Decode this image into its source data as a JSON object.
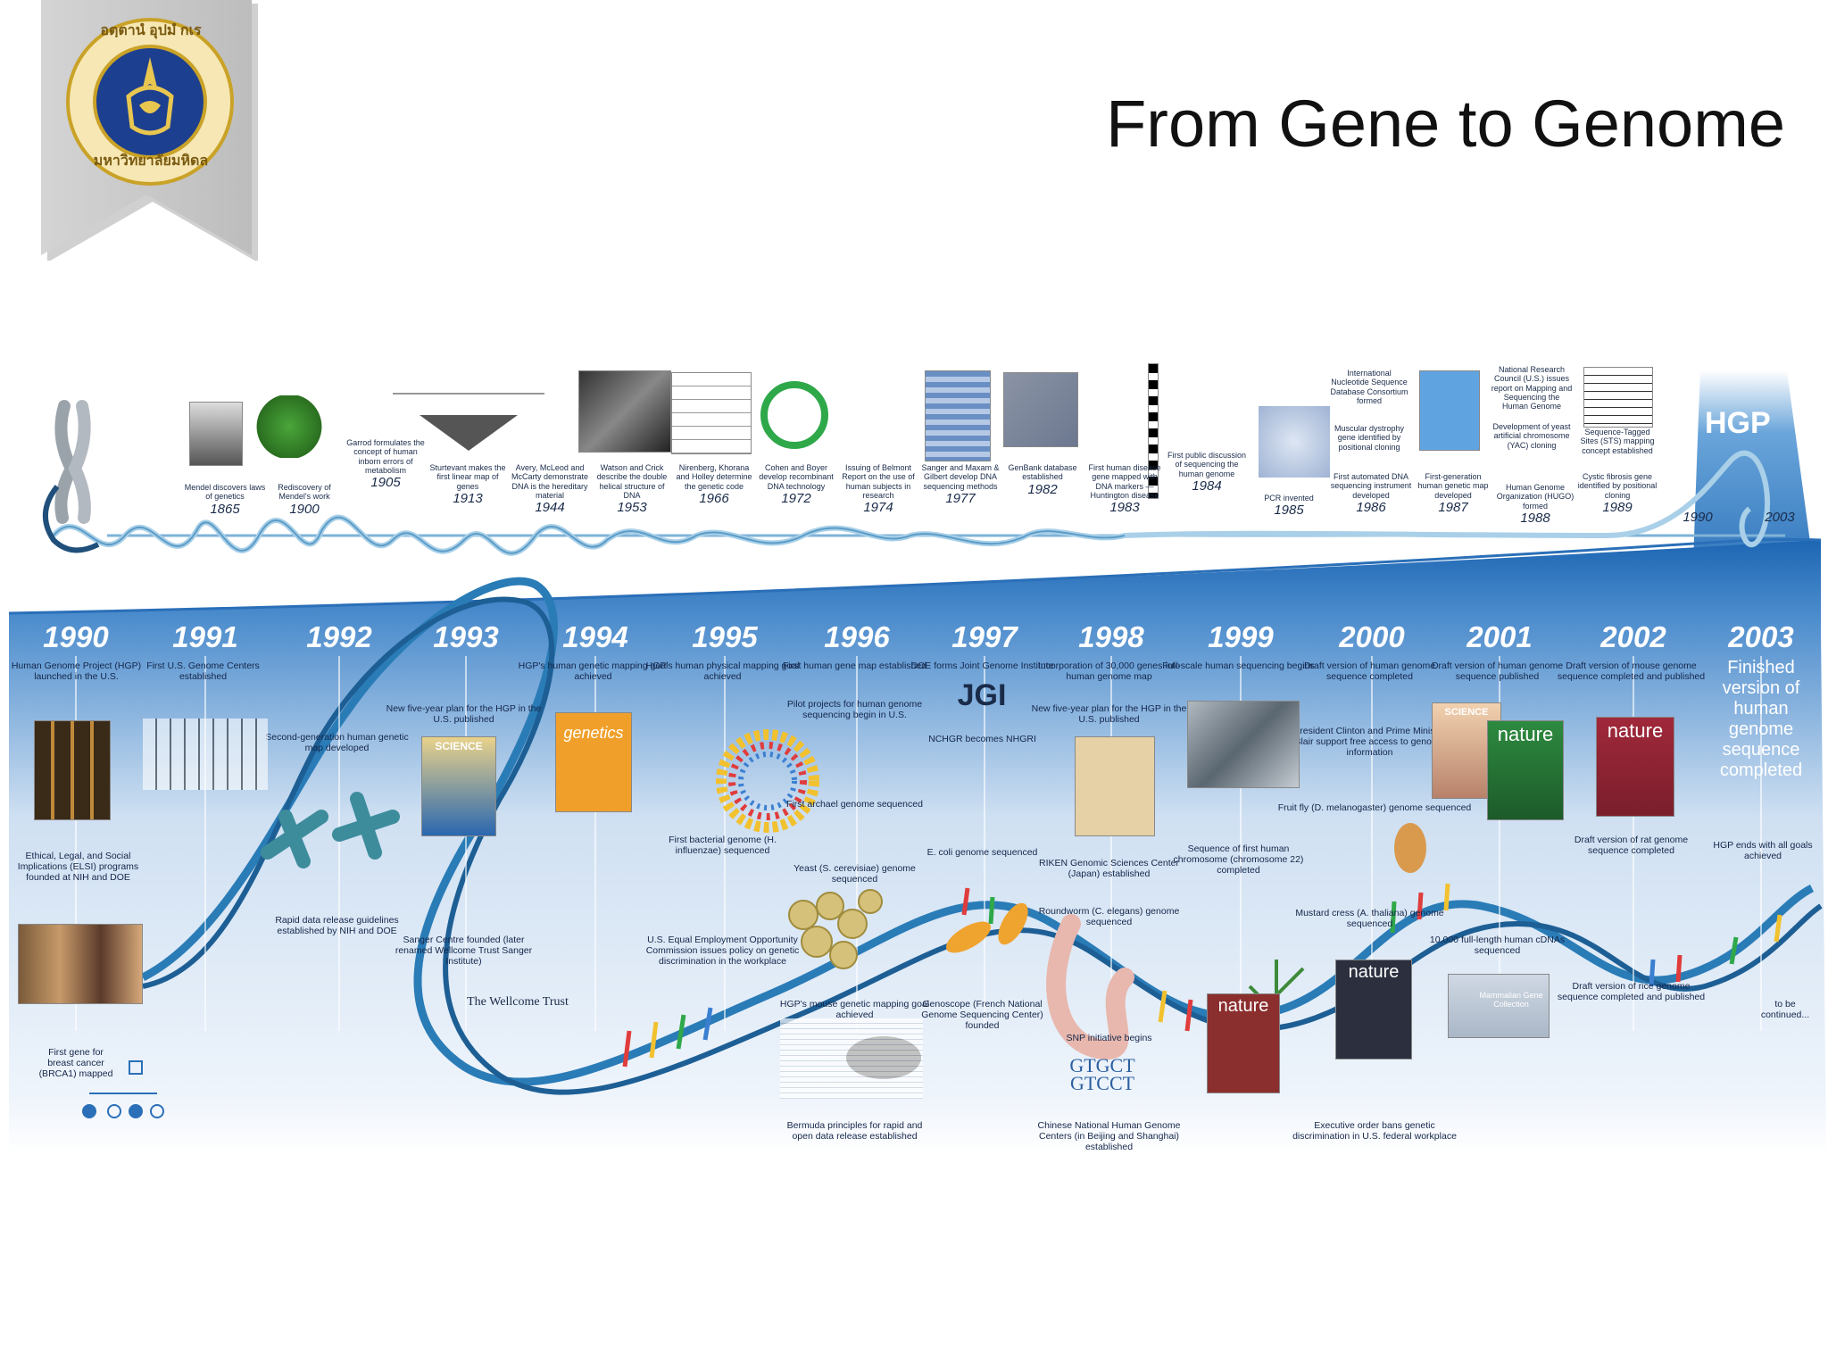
{
  "slide": {
    "title": "From Gene to Genome",
    "logo_text": "มหาวิทยาลัยมหิดล",
    "logo_motto": "อตฺตานํ อุปมํ กเร"
  },
  "top_timeline": [
    {
      "year": "1865",
      "event": "Mendel discovers laws of genetics"
    },
    {
      "year": "1900",
      "event": "Rediscovery of Mendel's work"
    },
    {
      "year": "1905",
      "event": "Garrod formulates the concept of human inborn errors of metabolism"
    },
    {
      "year": "1913",
      "event": "Sturtevant makes the first linear map of genes"
    },
    {
      "year": "1944",
      "event": "Avery, McLeod and McCarty demonstrate DNA is the hereditary material"
    },
    {
      "year": "1953",
      "event": "Watson and Crick describe the double helical structure of DNA"
    },
    {
      "year": "1966",
      "event": "Nirenberg, Khorana and Holley determine the genetic code"
    },
    {
      "year": "1972",
      "event": "Cohen and Boyer develop recombinant DNA technology"
    },
    {
      "year": "1974",
      "event": "Issuing of Belmont Report on the use of human subjects in research"
    },
    {
      "year": "1977",
      "event": "Sanger and Maxam & Gilbert develop DNA sequencing methods"
    },
    {
      "year": "1982",
      "event": "GenBank database established"
    },
    {
      "year": "1983",
      "event": "First human disease gene mapped with DNA markers —Huntington disease"
    },
    {
      "year": "1984",
      "event": "First public discussion of sequencing the human genome"
    },
    {
      "year": "1985",
      "event": "PCR invented"
    },
    {
      "year": "1986",
      "event": "First automated DNA sequencing instrument developed"
    },
    {
      "year": "1987",
      "event": "First-generation human genetic map developed"
    },
    {
      "year": "1988",
      "event": "Human Genome Organization (HUGO) formed"
    },
    {
      "year": "1989",
      "event": "Cystic fibrosis gene identified by positional cloning"
    }
  ],
  "top_upper_notes": [
    "International Nucleotide Sequence Database Consortium formed",
    "Muscular dystrophy gene identified by positional cloning",
    "National Research Council (U.S.) issues report on Mapping and Sequencing the Human Genome",
    "Development of yeast artificial chromosome (YAC) cloning",
    "Sequence-Tagged Sites (STS) mapping concept established"
  ],
  "hgp": {
    "label": "HGP",
    "start": "1990",
    "end": "2003"
  },
  "years": [
    "1990",
    "1991",
    "1992",
    "1993",
    "1994",
    "1995",
    "1996",
    "1997",
    "1998",
    "1999",
    "2000",
    "2001",
    "2002",
    "2003"
  ],
  "events_top": [
    "Human Genome Project (HGP) launched in the U.S.",
    "First U.S. Genome Centers established",
    "Second-generation human genetic map developed",
    "New five-year plan for the HGP in the U.S. published",
    "HGP's human genetic mapping goal achieved",
    "HGP's human physical mapping goal achieved",
    "First human gene map established",
    "DOE forms Joint Genome Institute",
    "Incorporation of 30,000 genes into human genome map",
    "Full-scale human sequencing begins",
    "Draft version of human genome sequence completed",
    "Draft version of human genome sequence published",
    "Draft version of mouse genome sequence completed and published"
  ],
  "events_mid": [
    "Ethical, Legal, and Social Implications (ELSI) programs founded at NIH and DOE",
    "Rapid data release guidelines established by NIH and DOE",
    "Sanger Centre founded (later renamed Wellcome Trust Sanger Institute)",
    "First bacterial genome (H. influenzae) sequenced",
    "U.S. Equal Employment Opportunity Commission issues policy on genetic discrimination in the workplace",
    "Pilot projects for human genome sequencing begin in U.S.",
    "First archael genome sequenced",
    "Yeast (S. cerevisiae) genome sequenced",
    "HGP's mouse genetic mapping goal achieved",
    "NCHGR becomes NHGRI",
    "E. coli genome sequenced",
    "Genoscope (French National Genome Sequencing Center) founded",
    "New five-year plan for the HGP in the U.S. published",
    "RIKEN Genomic Sciences Center (Japan) established",
    "Roundworm (C. elegans) genome sequenced",
    "SNP initiative begins",
    "Sequence of first human chromosome (chromosome 22) completed",
    "President Clinton and Prime Minister Blair support free access to genome information",
    "Fruit fly (D. melanogaster) genome sequenced",
    "Mustard cress (A. thaliana) genome sequenced",
    "10,000 full-length human cDNAs sequenced",
    "Draft version of rat genome sequence completed",
    "Draft version of rice genome sequence completed and published",
    "HGP ends with all goals achieved",
    "to be continued..."
  ],
  "events_bottom": [
    "First gene for breast cancer (BRCA1) mapped",
    "Bermuda principles for rapid and open data release established",
    "Chinese National Human Genome Centers (in Beijing and Shanghai) established",
    "Executive order bans genetic discrimination in U.S. federal workplace"
  ],
  "final_2003": "Finished version of human genome sequence completed",
  "brands": {
    "jgi": "JGI",
    "wellcome": "The Wellcome Trust",
    "nature": "nature",
    "science": "SCIENCE",
    "genetics": "genetics",
    "snp1": "GTGCT",
    "snp2": "GTCCT",
    "mgc": "Mammalian Gene Collection"
  },
  "colors": {
    "blue_dark": "#1b63b0",
    "blue_light": "#d9e8f6",
    "gold": "#c9a227",
    "logo_blue": "#1d3f8f"
  }
}
